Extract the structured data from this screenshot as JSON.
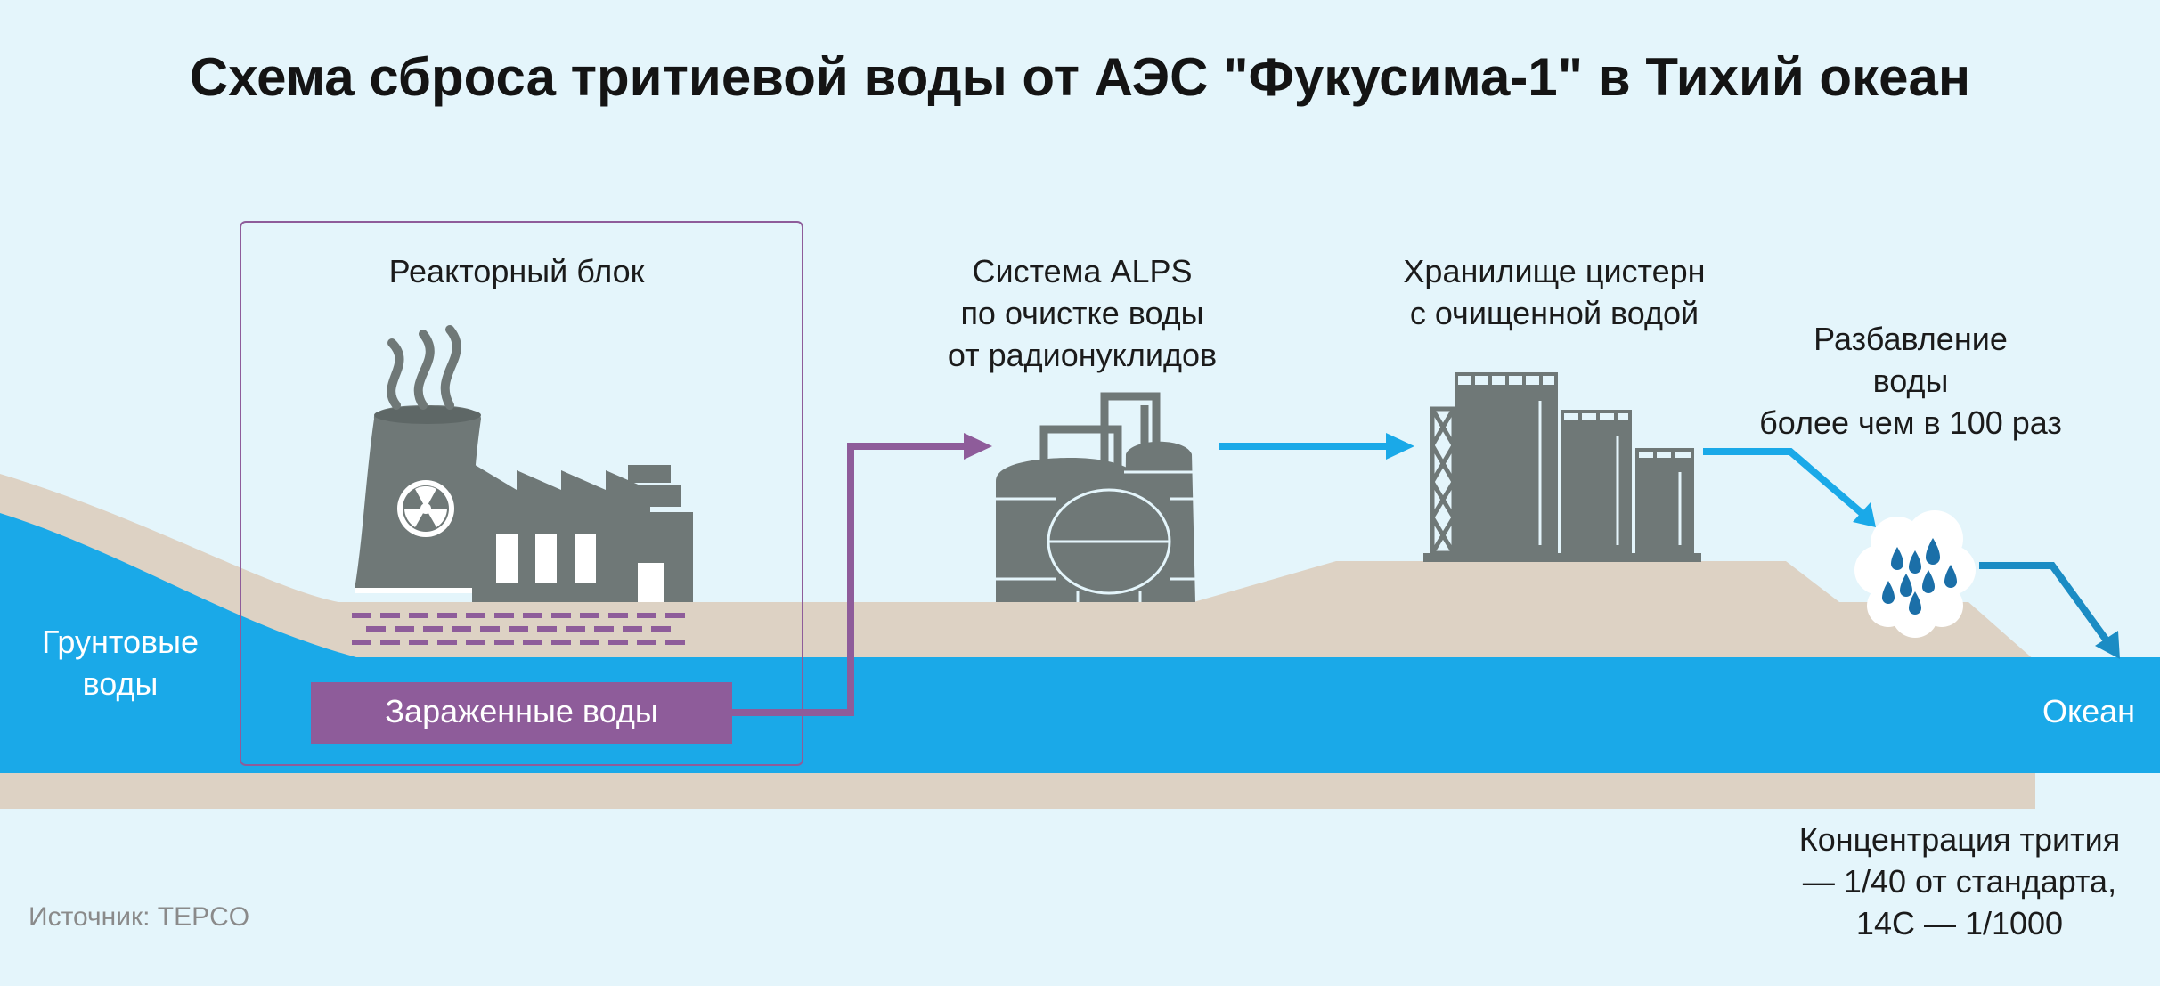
{
  "title": "Схема сброса тритиевой воды от АЭС \"Фукусима-1\" в Тихий океан",
  "reactor_label": "Реакторный блок",
  "alps_label": [
    "Система ALPS",
    "по очистке воды",
    "от радионуклидов"
  ],
  "storage_label": [
    "Хранилище цистерн",
    "с очищенной водой"
  ],
  "dilution_label": [
    "Разбавление",
    "воды",
    "более чем в 100 раз"
  ],
  "groundwater_label": [
    "Грунтовые",
    "воды"
  ],
  "contaminated_label": "Зараженные воды",
  "ocean_label": "Океан",
  "concentration_label": [
    "Концентрация трития",
    "— 1/40 от стандарта,",
    "14C — 1/1000"
  ],
  "source": "Источник: TEPCO",
  "colors": {
    "background": "#e4f5fb",
    "water": "#1aa9e8",
    "ground": "#ddd2c4",
    "contaminated": "#8e5c9a",
    "equipment": "#6f7877",
    "arrow_blue": "#1aa9e8",
    "arrow_purple": "#8e5c9a",
    "arrow_ocean": "#1b8cc4"
  }
}
